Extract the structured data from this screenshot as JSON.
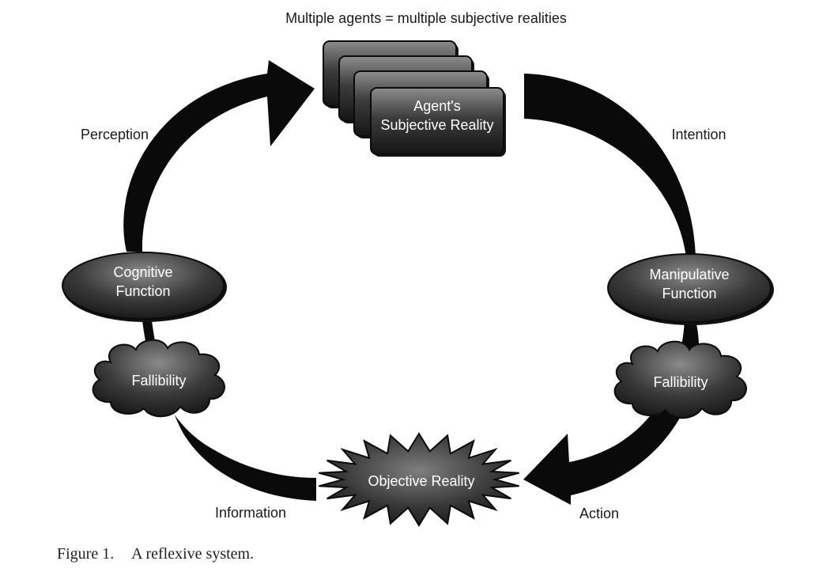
{
  "diagram": {
    "header": "Multiple agents = multiple subjective realities",
    "nodes": {
      "agent_reality": "Agent's\nSubjective Reality",
      "cognitive_function": "Cognitive\nFunction",
      "manipulative_function": "Manipulative\nFunction",
      "fallibility_left": "Fallibility",
      "fallibility_right": "Fallibility",
      "objective_reality": "Objective Reality"
    },
    "edges": {
      "perception": "Perception",
      "intention": "Intention",
      "information": "Information",
      "action": "Action"
    },
    "caption": {
      "number": "Figure 1.",
      "text": "A reflexive system."
    },
    "colors": {
      "arrow": "#0a0a0a",
      "shape_light": "#8a8a8a",
      "shape_dark": "#1a1a1a",
      "shape_text": "#ffffff",
      "label_text": "#1a1a1a"
    }
  }
}
